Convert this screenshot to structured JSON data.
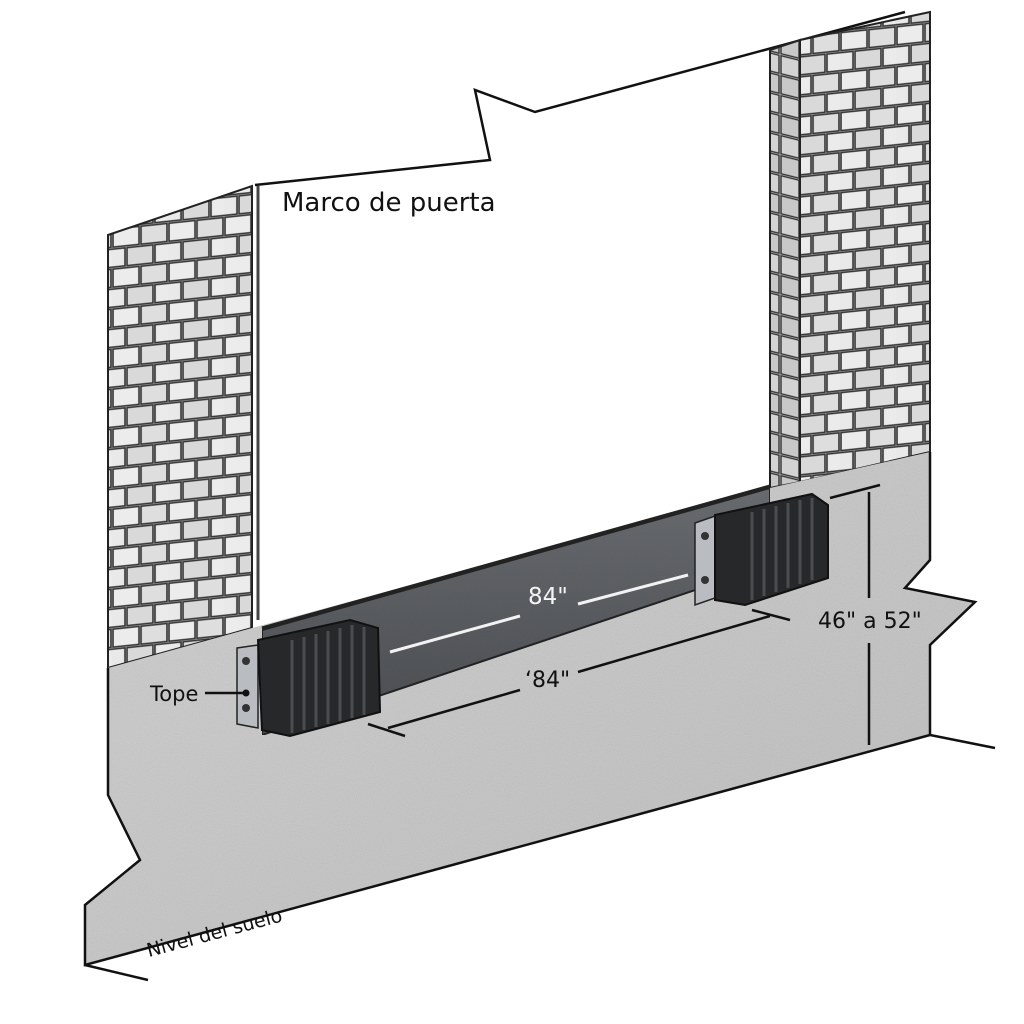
{
  "diagram": {
    "type": "isometric installation illustration",
    "labels": {
      "door_frame": "Marco de puerta",
      "bumper": "Tope",
      "dock_width": "84\"",
      "floor_span": "‘84\"",
      "dock_height": "46\" a 52\"",
      "ground_level": "Nivel del suelo"
    },
    "components": [
      {
        "id": "left-brick-wall",
        "name": "Left brick wall"
      },
      {
        "id": "right-brick-wall",
        "name": "Right brick wall"
      },
      {
        "id": "door-opening",
        "name": "Door frame opening"
      },
      {
        "id": "steel-plate",
        "name": "Steel dock face plate"
      },
      {
        "id": "left-bumper",
        "name": "Left rubber dock bumper"
      },
      {
        "id": "right-bumper",
        "name": "Right rubber dock bumper"
      },
      {
        "id": "concrete-dock",
        "name": "Concrete dock face"
      }
    ],
    "colors": {
      "brick_face": "#e6e6e6",
      "mortar": "#3a3a3a",
      "concrete": "#c9c9c9",
      "steel_plate": "#5b5e62",
      "rubber": "#26282a",
      "bracket": "#b9bcc0",
      "outline": "#111111"
    }
  }
}
